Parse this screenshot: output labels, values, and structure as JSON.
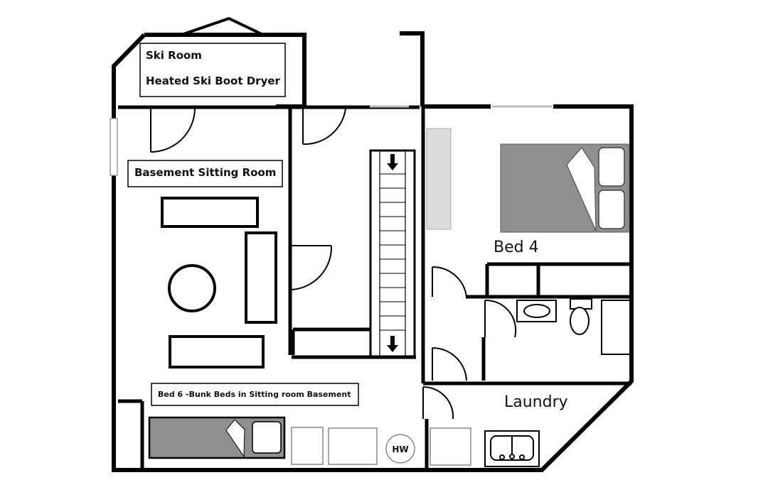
{
  "rooms": {
    "ski_room": "Ski Room",
    "ski_dryer": "Heated Ski Boot Dryer",
    "sitting_room": "Basement Sitting Room",
    "bed4": "Bed 4",
    "bunk_note": "Bed 6 -Bunk Beds in Sitting room Basement",
    "laundry": "Laundry",
    "hot_water": "HW"
  },
  "icons": {
    "stair_up": "arrow-down-icon",
    "stair_down": "arrow-down-icon"
  },
  "colors": {
    "wall": "#000000",
    "bed_fill": "#8f8f8f",
    "window": "#d9d9d9"
  }
}
